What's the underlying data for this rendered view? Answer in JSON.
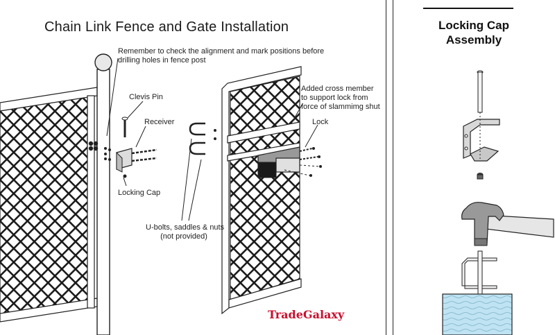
{
  "diagram": {
    "title": "Chain Link Fence and Gate Installation",
    "labels": {
      "alignment_note_line1": "Remember to check the alignment and mark positions before",
      "alignment_note_line2": "drilling holes in fence post",
      "clevis_pin": "Clevis Pin",
      "receiver": "Receiver",
      "locking_cap": "Locking Cap",
      "cross_member_line1": "Added cross member",
      "cross_member_line2": "to support lock from",
      "cross_member_line3": "force of slammimg shut",
      "lock": "Lock",
      "ubolts_line1": "U-bolts, saddles & nuts",
      "ubolts_line2": "(not provided)"
    },
    "brand": "TradeGalaxy"
  },
  "assembly": {
    "title_line1": "Locking Cap",
    "title_line2": "Assembly"
  },
  "colors": {
    "brand_red": "#c8102e",
    "line": "#222222",
    "wood_blue": "#bfe3f2"
  }
}
